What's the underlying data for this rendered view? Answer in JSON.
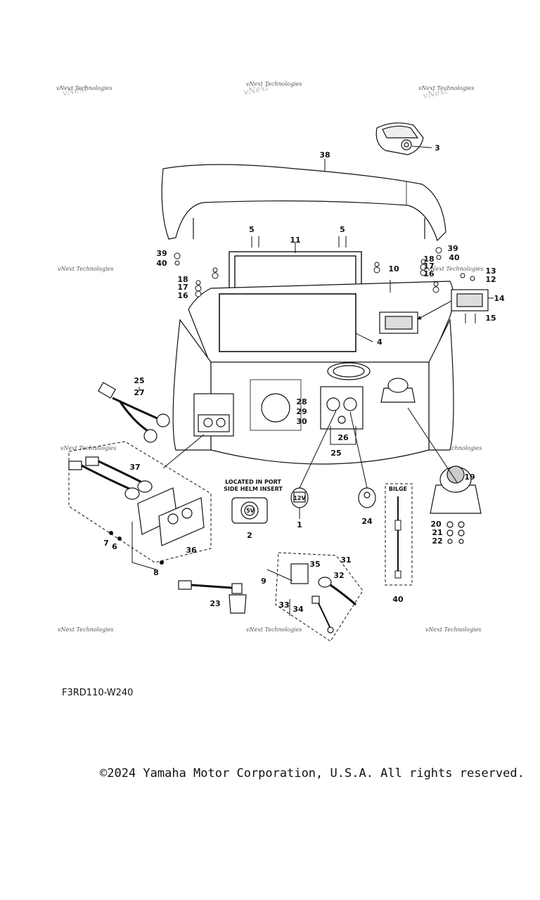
{
  "diagram": {
    "code": "F3RD110-W240",
    "copyright": "©2024 Yamaha Motor Corporation, U.S.A. All rights reserved.",
    "watermark": "vNext Technologies",
    "notes": {
      "port_helm_line1": "LOCATED IN PORT",
      "port_helm_line2": "SIDE HELM INSERT",
      "bilge": "BILGE",
      "socket_12v": "12V",
      "socket_5v": "5V"
    },
    "callouts": [
      "1",
      "2",
      "3",
      "4",
      "5",
      "6",
      "7",
      "8",
      "9",
      "10",
      "11",
      "12",
      "13",
      "14",
      "15",
      "16",
      "17",
      "18",
      "19",
      "20",
      "21",
      "22",
      "23",
      "24",
      "25",
      "26",
      "27",
      "28",
      "29",
      "30",
      "31",
      "32",
      "33",
      "34",
      "35",
      "36",
      "37",
      "38",
      "39",
      "40"
    ]
  }
}
